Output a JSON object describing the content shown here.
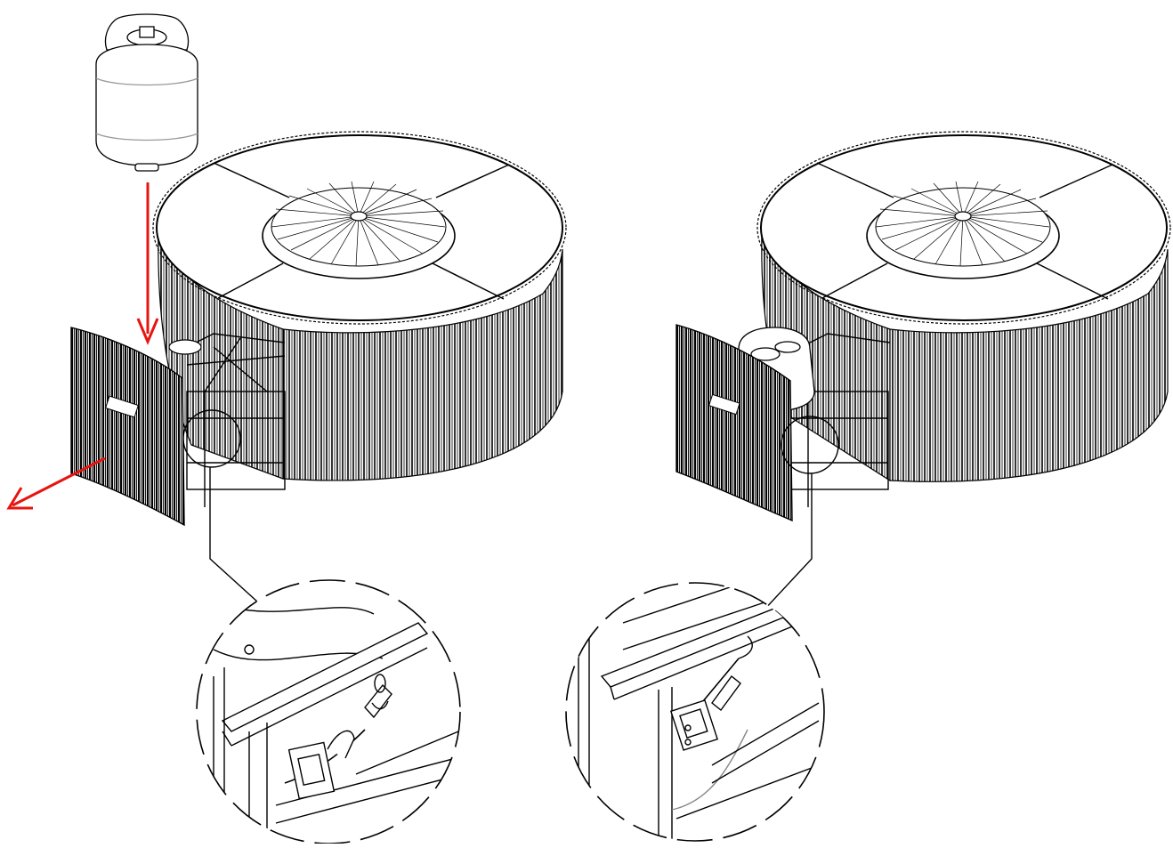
{
  "figure": {
    "steps": [
      {
        "step": "open-door-and-insert-tank",
        "items": [
          "propane-tank",
          "fire-table-door-open",
          "tank-strap-buckle-open"
        ],
        "arrows": [
          "insert-tank-arrow",
          "open-door-arrow"
        ]
      },
      {
        "step": "tank-installed-and-strapped",
        "items": [
          "propane-tank-installed",
          "fire-table-door-closing",
          "tank-strap-buckle-closed"
        ]
      }
    ]
  },
  "colors": {
    "line": "#000000",
    "arrow": "#e8140f",
    "paper": "#ffffff"
  }
}
